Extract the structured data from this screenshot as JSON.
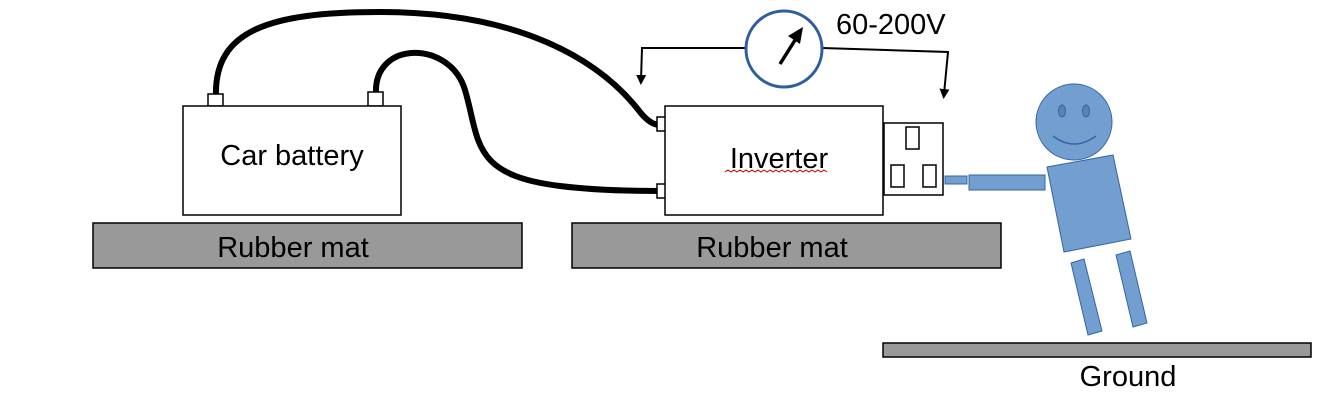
{
  "labels": {
    "battery": "Car battery",
    "inverter": "Inverter",
    "mat_left": "Rubber mat",
    "mat_right": "Rubber mat",
    "voltage": "60-200V",
    "ground": "Ground"
  },
  "colors": {
    "mat_fill": "#999999",
    "person_fill": "#729fcf",
    "person_stroke": "#3465a4",
    "meter_stroke": "#2e5e9e",
    "spellcheck_underline": "#cc0000"
  },
  "icons": {
    "meter": "voltmeter-icon",
    "outlet": "power-outlet-icon"
  }
}
